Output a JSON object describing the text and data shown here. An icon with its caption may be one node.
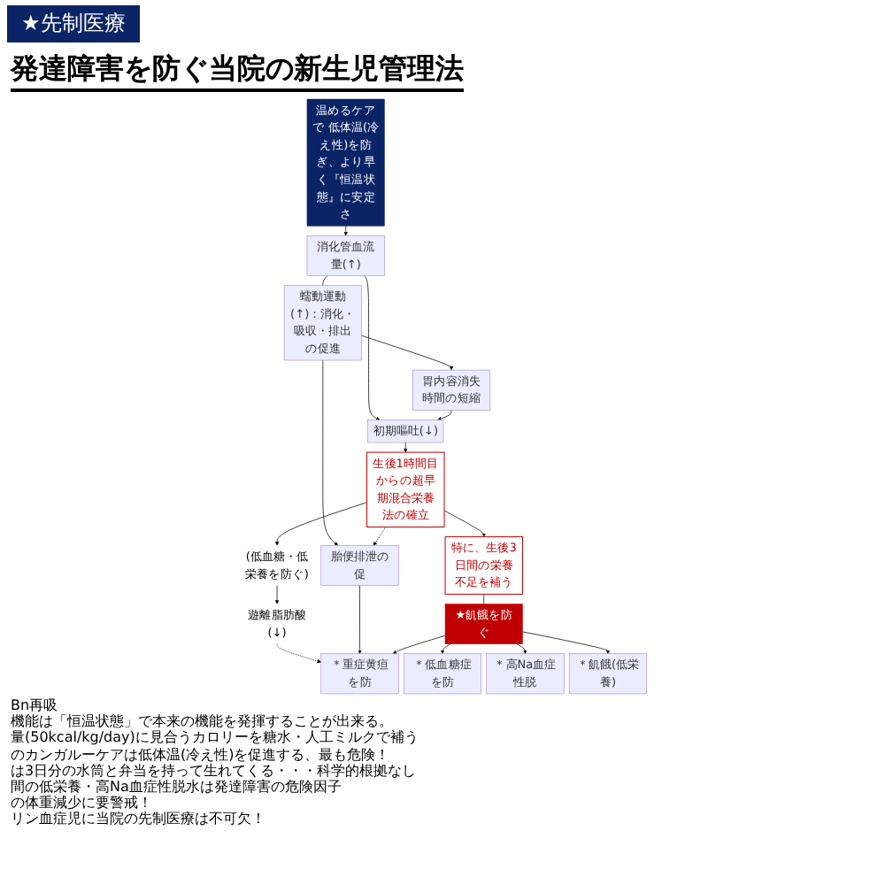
{
  "diagram": {
    "title": "発達障害を防ぐ当院の新生児管理法",
    "nodes": [
      {
        "text": [
          "温めるケアで 低体温(冷え性)を防ぎ、より早く『恒温状態』に安定さ"
        ]
      },
      {
        "text": [
          "消化管血流量(↑)"
        ]
      },
      {
        "text": [
          "蠕動運動(↑)：消化・吸収・排出の促進"
        ]
      },
      {
        "text": [
          "初期嘔吐(↓)"
        ]
      },
      {
        "text": [
          "胃内容消失時間の短縮"
        ]
      },
      {
        "text": [
          "生後1時間目からの超早期混合栄養法の確立"
        ]
      },
      {
        "text": [
          "胎便排泄の促"
        ]
      },
      {
        "text": [
          "(低血糖・低栄養を防ぐ)"
        ]
      },
      {
        "text": [
          "遊離脂肪酸(↓)"
        ]
      },
      {
        "text": [
          "特に、生後3日間の栄養不足を補う"
        ]
      },
      {
        "text": [
          "★飢餓を防ぐ"
        ]
      },
      {
        "text": [
          "＊重症黄疸を防"
        ]
      },
      {
        "text": [
          "＊低血糖症を防"
        ]
      },
      {
        "text": [
          "＊高Na血症性脱"
        ]
      },
      {
        "text": [
          "＊飢餓(低栄養)"
        ]
      }
    ],
    "edges": [
      {
        "from": 0,
        "to": 1,
        "arrow": "to"
      },
      {
        "from": 1,
        "to": 2,
        "arrow": "none"
      },
      {
        "from": 1,
        "to": 3,
        "arrow": "to"
      },
      {
        "from": 2,
        "to": 4,
        "arrow": "to"
      },
      {
        "from": 4,
        "to": 3,
        "arrow": "to"
      },
      {
        "from": 2,
        "to": 6,
        "arrow": "to"
      },
      {
        "from": 3,
        "to": 5,
        "arrow": "to"
      },
      {
        "from": 5,
        "to": 6,
        "arrow": "to",
        "style": "dashed"
      },
      {
        "from": 5,
        "to": 9,
        "arrow": "to"
      },
      {
        "from": 5,
        "to": 7,
        "arrow": "to"
      },
      {
        "from": 7,
        "to": 8,
        "arrow": "to"
      },
      {
        "from": 8,
        "to": 11,
        "arrow": "to",
        "style": "dashed"
      },
      {
        "from": 6,
        "to": 11,
        "arrow": "to"
      },
      {
        "from": 9,
        "to": 10,
        "arrow": "none"
      },
      {
        "from": 10,
        "to": 11,
        "arrow": "to"
      },
      {
        "from": 10,
        "to": 12,
        "arrow": "to"
      },
      {
        "from": 10,
        "to": 13,
        "arrow": "to"
      },
      {
        "from": 10,
        "to": 14,
        "arrow": "to"
      }
    ],
    "labels": [
      "★先制医療",
      "Bn再吸",
      "機能は「恒温状態」で本来の機能を発揮することが出来る。",
      "量(50kcal/kg/day)に見合うカロリーを糖水・人工ミルクで補う",
      "のカンガルーケアは低体温(冷え性)を促進する、最も危険！",
      "は3日分の水筒と弁当を持って生れてくる・・・科学的根拠なし",
      "間の低栄養・高Na血症性脱水は発達障害の危険因子",
      "の体重減少に要警戒！",
      "リン血症児に当院の先制医療は不可欠！"
    ]
  }
}
